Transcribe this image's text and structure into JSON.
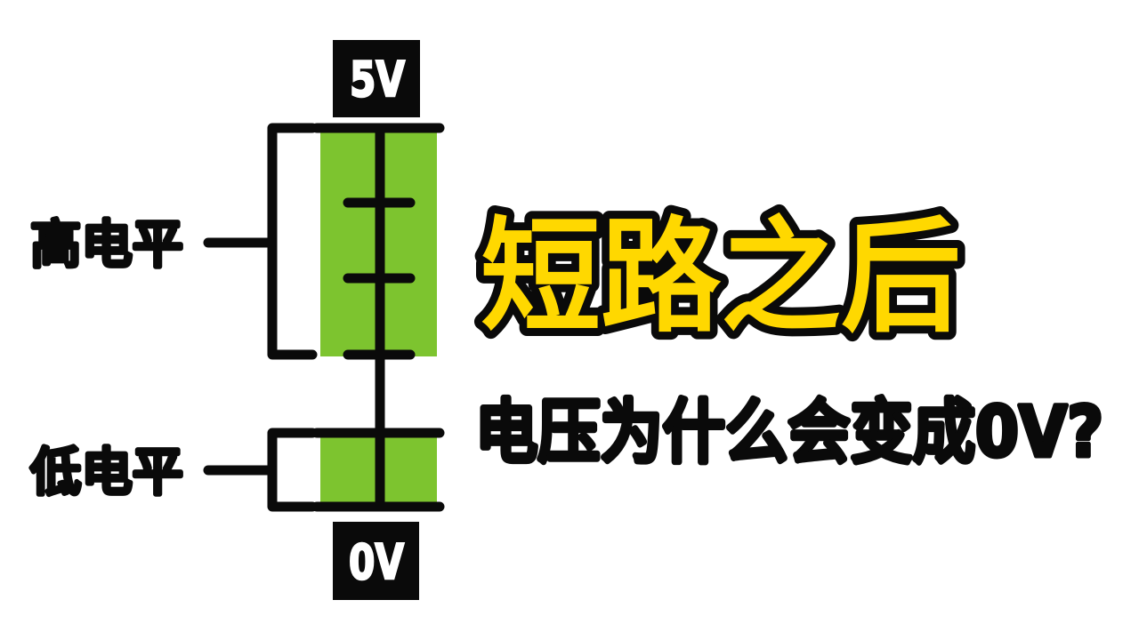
{
  "page": {
    "background": "#ffffff"
  },
  "colors": {
    "bar_green": "#7dc42f",
    "title_yellow": "#ffd800",
    "line_black": "#0a0a0a",
    "label_text_white": "#ffffff"
  },
  "diagram": {
    "top_voltage_label": "5V",
    "bottom_voltage_label": "0V",
    "high_level_label": "高电平",
    "low_level_label": "低电平",
    "tick_count": 3,
    "segments": [
      {
        "name": "high-level-zone",
        "from_label": "5V",
        "color": "#7dc42f"
      },
      {
        "name": "undefined-zone",
        "color": "#ffffff"
      },
      {
        "name": "low-level-zone",
        "to_label": "0V",
        "color": "#7dc42f"
      }
    ]
  },
  "headline": {
    "title": "短路之后",
    "subtitle": "电压为什么会变成0V?"
  }
}
